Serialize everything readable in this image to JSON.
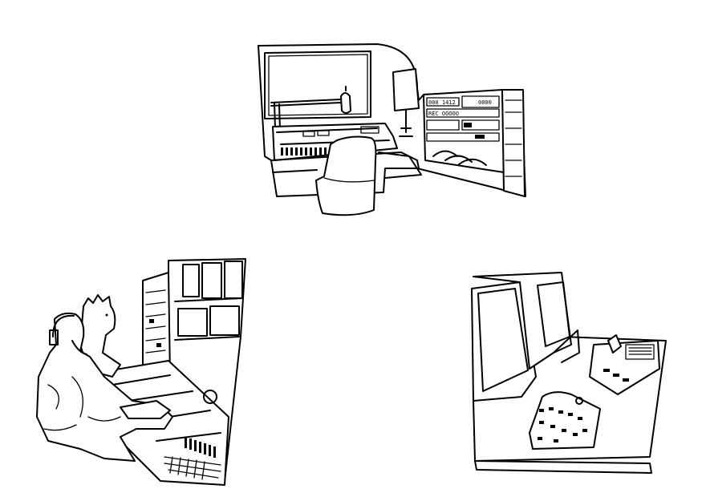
{
  "ink_color": "#000000",
  "background_color": "#ffffff",
  "illustrations": [
    {
      "name": "radio-studio-console",
      "icon": "broadcast-desk-icon"
    },
    {
      "name": "tv-control-room-with-operators",
      "icon": "control-room-icon"
    },
    {
      "name": "editing-desk-with-monitors",
      "icon": "editing-desk-icon"
    }
  ],
  "radio_studio": {
    "rack_text_1": "000 1412",
    "rack_text_2": "0000",
    "rack_text_3": "REC OOOOO"
  }
}
